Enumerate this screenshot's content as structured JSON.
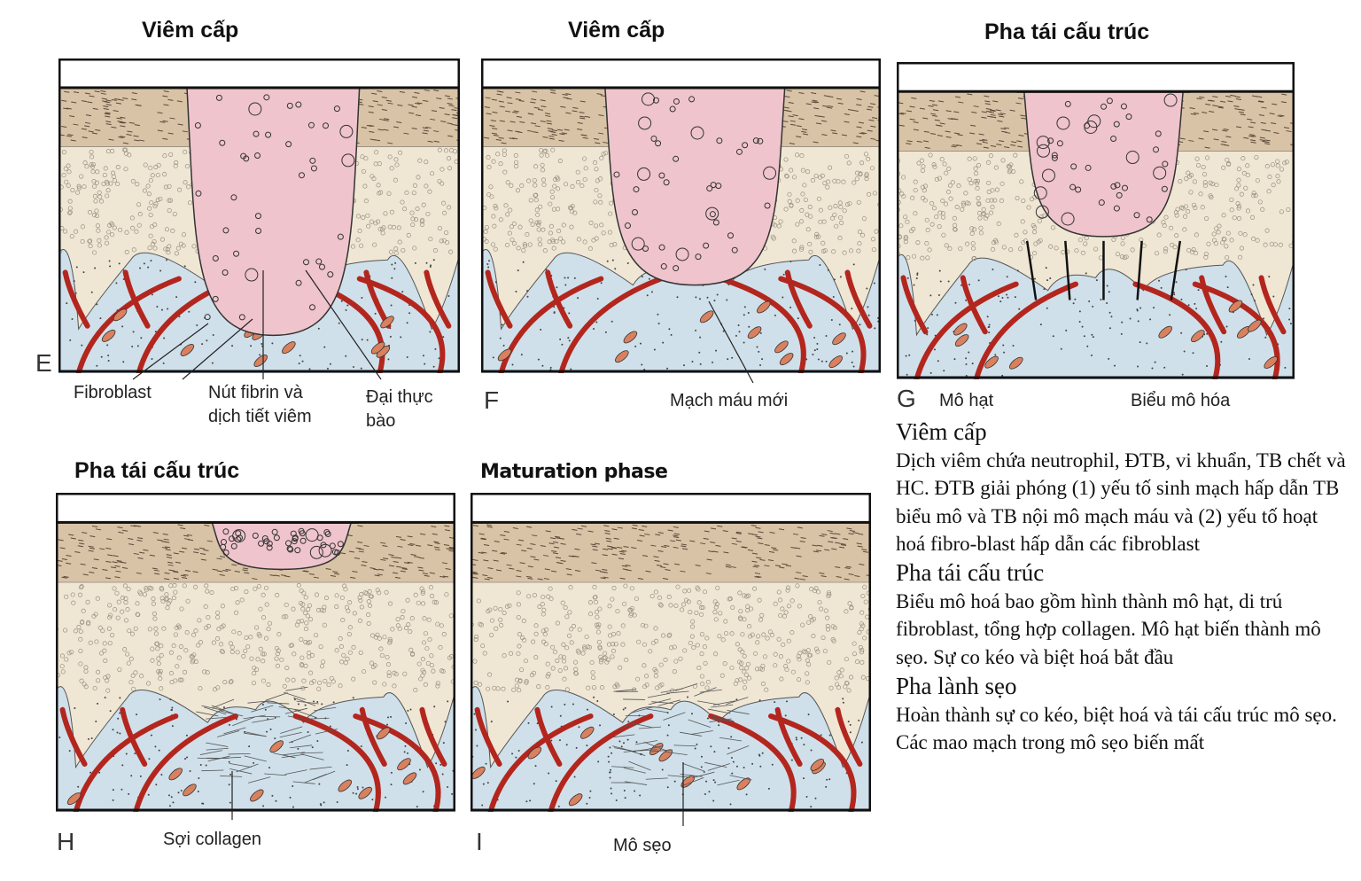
{
  "titles": {
    "E": "Viêm cấp",
    "F": "Viêm cấp",
    "G": "Pha tái cấu trúc",
    "H": "Pha tái cấu trúc",
    "I": "Maturation phase"
  },
  "panel_letters": {
    "E": "E",
    "F": "F",
    "G": "G",
    "H": "H",
    "I": "I"
  },
  "labels": {
    "E_fibroblast": "Fibroblast",
    "E_fibrin": "Nút fibrin và dịch tiết viêm",
    "E_macrophage": "Đại thực bào",
    "F_vessels": "Mạch máu mới",
    "G_granulation": "Mô hạt",
    "G_epithelialization": "Biểu mô hóa",
    "H_collagen": "Sợi collagen",
    "I_scar": "Mô sẹo"
  },
  "description": [
    {
      "heading": "Viêm cấp",
      "body": "Dịch viêm chứa neutrophil, ĐTB, vi khuẩn, TB chết và HC. ĐTB giải phóng (1) yếu tố sinh mạch hấp dẫn TB biểu mô và TB nội mô mạch máu và (2) yếu tố hoạt hoá fibro-blast hấp dẫn các fibroblast"
    },
    {
      "heading": "Pha tái cấu trúc",
      "body": "Biểu mô hoá bao gồm hình thành mô hạt, di trú fibroblast, tổng hợp collagen. Mô hạt biến thành mô sẹo. Sự co kéo và biệt hoá bắt đầu"
    },
    {
      "heading": "Pha lành sẹo",
      "body": "Hoàn thành sự co kéo, biệt hoá và tái cấu trúc mô sẹo. Các mao mạch trong mô sẹo biến mất"
    }
  ],
  "colors": {
    "epidermis": "#d9c3a6",
    "dermis": "#efe6d4",
    "subcutis": "#cfe0ea",
    "wound": "#efc4cc",
    "vessel": "#b3261e"
  }
}
